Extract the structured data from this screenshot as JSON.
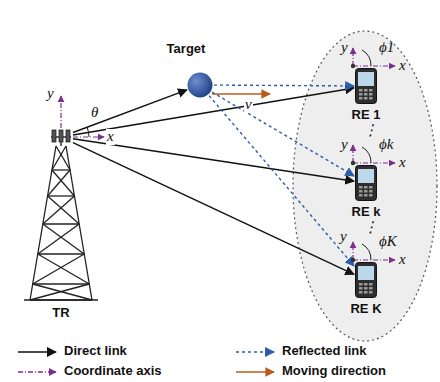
{
  "diagram": {
    "nodes": [
      {
        "text": [
          "Target"
        ]
      },
      {
        "text": [
          "TR"
        ]
      },
      {
        "text": [
          "RE 1"
        ]
      },
      {
        "text": [
          "RE k"
        ]
      },
      {
        "text": [
          "RE K"
        ]
      }
    ],
    "edges": [
      {
        "from": 1,
        "to": 0,
        "arrow": "to"
      },
      {
        "from": 1,
        "to": 2,
        "arrow": "to"
      },
      {
        "from": 1,
        "to": 3,
        "arrow": "to"
      },
      {
        "from": 1,
        "to": 4,
        "arrow": "to"
      },
      {
        "from": 0,
        "to": 2,
        "arrow": "to"
      },
      {
        "from": 0,
        "to": 3,
        "arrow": "to"
      },
      {
        "from": 0,
        "to": 4,
        "arrow": "to"
      }
    ],
    "labels": [
      "y",
      "x",
      "θ",
      "v",
      "y",
      "x",
      "ϕ1",
      "⋮",
      "y",
      "x",
      "ϕk",
      "⋮",
      "y",
      "x",
      "ϕK"
    ],
    "legend": [
      {
        "text": "Direct link"
      },
      {
        "text": "Reflected link"
      },
      {
        "text": "Coordinate axis"
      },
      {
        "text": "Moving direction"
      }
    ]
  }
}
